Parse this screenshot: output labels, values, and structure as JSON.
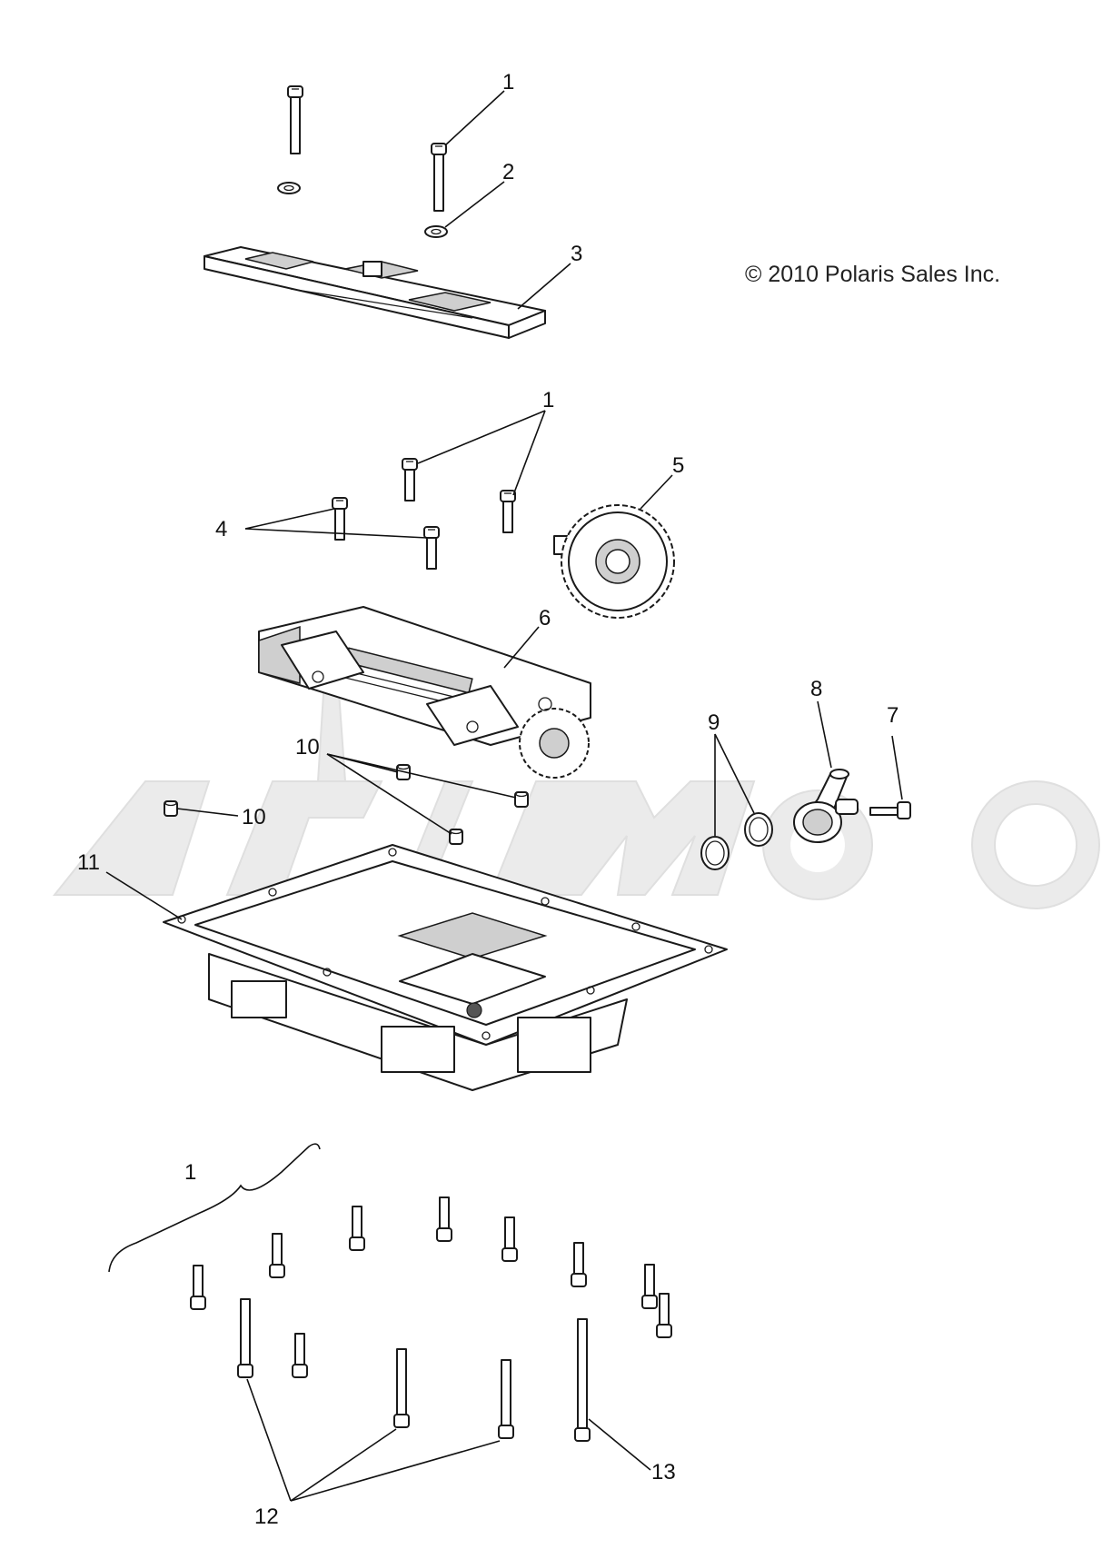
{
  "copyright": "© 2010 Polaris Sales Inc.",
  "watermark": {
    "text": "ARIMOTO",
    "color": "#e6e6e6"
  },
  "callouts": {
    "c1_top": "1",
    "c2": "2",
    "c3": "3",
    "c1_mid": "1",
    "c4": "4",
    "c5": "5",
    "c6": "6",
    "c7": "7",
    "c8": "8",
    "c9": "9",
    "c10_a": "10",
    "c10_b": "10",
    "c11": "11",
    "c1_bottom": "1",
    "c12": "12",
    "c13": "13"
  },
  "parts": [
    {
      "ref": "1",
      "name": "screw"
    },
    {
      "ref": "2",
      "name": "washer"
    },
    {
      "ref": "3",
      "name": "baffle-plate"
    },
    {
      "ref": "4",
      "name": "screw"
    },
    {
      "ref": "5",
      "name": "drive-gear"
    },
    {
      "ref": "6",
      "name": "oil-pump-assembly"
    },
    {
      "ref": "7",
      "name": "screw"
    },
    {
      "ref": "8",
      "name": "elbow-fitting"
    },
    {
      "ref": "9",
      "name": "o-ring"
    },
    {
      "ref": "10",
      "name": "dowel-pin"
    },
    {
      "ref": "11",
      "name": "oil-pan"
    },
    {
      "ref": "12",
      "name": "long-screw"
    },
    {
      "ref": "13",
      "name": "longest-screw"
    }
  ]
}
